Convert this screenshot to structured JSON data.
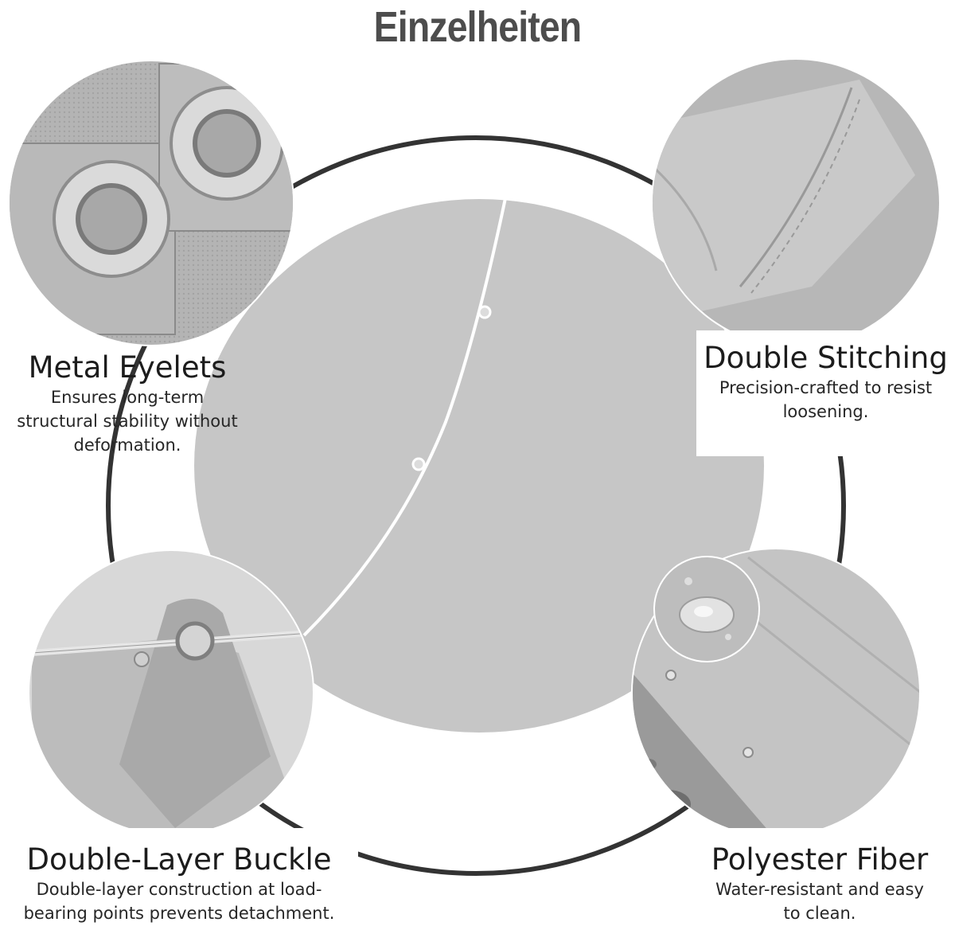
{
  "title": "Einzelheiten",
  "colors": {
    "fabric": "#c6c6c6",
    "fabric_dark": "#9e9e9e",
    "ring": "#333333",
    "title": "#4d4d4d",
    "text": "#1f1f1f"
  },
  "features": [
    {
      "heading": "Metal Eyelets",
      "desc_lines": [
        "Ensures long-term",
        "structural stability without",
        "deformation."
      ]
    },
    {
      "heading": "Double Stitching",
      "desc_lines": [
        "Precision-crafted to resist",
        "loosening."
      ]
    },
    {
      "heading": "Double-Layer Buckle",
      "desc_lines": [
        "Double-layer construction at load-",
        "bearing points prevents detachment."
      ]
    },
    {
      "heading": "Polyester Fiber",
      "desc_lines": [
        "Water-resistant and easy",
        "to clean."
      ]
    }
  ]
}
